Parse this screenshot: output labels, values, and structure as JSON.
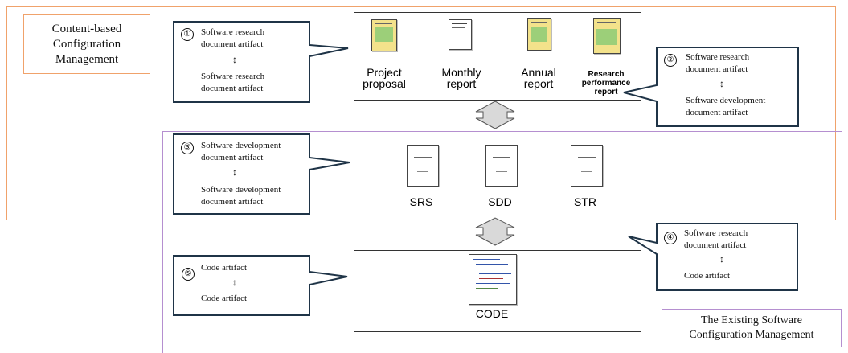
{
  "region_labels": {
    "content_based": "Content-based Configuration Management",
    "existing": "The Existing Software Configuration Management"
  },
  "top_docs": [
    {
      "label": "Project proposal"
    },
    {
      "label": "Monthly report"
    },
    {
      "label": "Annual report"
    },
    {
      "label": "Research performance report"
    }
  ],
  "middle_docs": [
    {
      "label": "SRS"
    },
    {
      "label": "SDD"
    },
    {
      "label": "STR"
    }
  ],
  "bottom_doc": {
    "label": "CODE"
  },
  "callouts": [
    {
      "number": "①",
      "from": "Software research document artifact",
      "to": "Software research document artifact"
    },
    {
      "number": "②",
      "from": "Software research document artifact",
      "to": "Software development document artifact"
    },
    {
      "number": "③",
      "from": "Software development document artifact",
      "to": "Software development document artifact"
    },
    {
      "number": "④",
      "from": "Software research document artifact",
      "to": "Code artifact"
    },
    {
      "number": "⑤",
      "from": "Code artifact",
      "to": "Code artifact"
    }
  ],
  "colors": {
    "orange_region": "#f0a26b",
    "purple_region": "#b58fd0",
    "callout_border": "#1f3447",
    "arrow_fill": "#d9d9d9",
    "thumb_yellow": "#f3e28b",
    "thumb_green": "#9ccf79"
  }
}
